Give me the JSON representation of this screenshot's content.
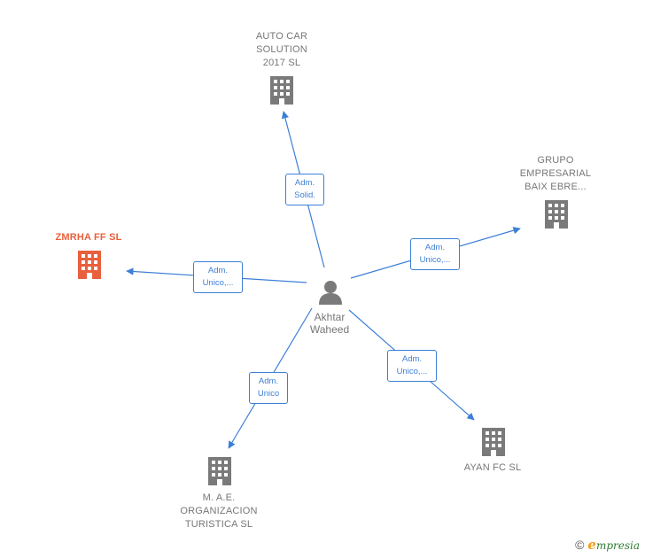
{
  "center": {
    "name": "Akhtar\nWaheed",
    "icon": "person-icon"
  },
  "nodes": [
    {
      "id": "auto-car",
      "name": "AUTO CAR\nSOLUTION\n2017  SL",
      "icon": "building-icon",
      "color": "#7a7a7a"
    },
    {
      "id": "grupo",
      "name": "GRUPO\nEMPRESARIAL\nBAIX EBRE...",
      "icon": "building-icon",
      "color": "#7a7a7a"
    },
    {
      "id": "zmrha",
      "name": "ZMRHA FF  SL",
      "icon": "building-icon",
      "color": "#e8603c"
    },
    {
      "id": "mae",
      "name": "M. A.E.\nORGANIZACION\nTURISTICA  SL",
      "icon": "building-icon",
      "color": "#7a7a7a"
    },
    {
      "id": "ayan",
      "name": "AYAN FC  SL",
      "icon": "building-icon",
      "color": "#7a7a7a"
    }
  ],
  "edges": [
    {
      "to": "auto-car",
      "label": "Adm.\nSolid."
    },
    {
      "to": "grupo",
      "label": "Adm.\nUnico,..."
    },
    {
      "to": "zmrha",
      "label": "Adm.\nUnico,..."
    },
    {
      "to": "mae",
      "label": "Adm.\nUnico"
    },
    {
      "to": "ayan",
      "label": "Adm.\nUnico,..."
    }
  ],
  "colors": {
    "edge": "#3d7fd6",
    "building": "#7a7a7a",
    "highlight": "#e8603c",
    "person": "#7a7a7a"
  },
  "footer": {
    "copyright_symbol": "©",
    "brand_e": "e",
    "brand_rest": "mpresia"
  }
}
